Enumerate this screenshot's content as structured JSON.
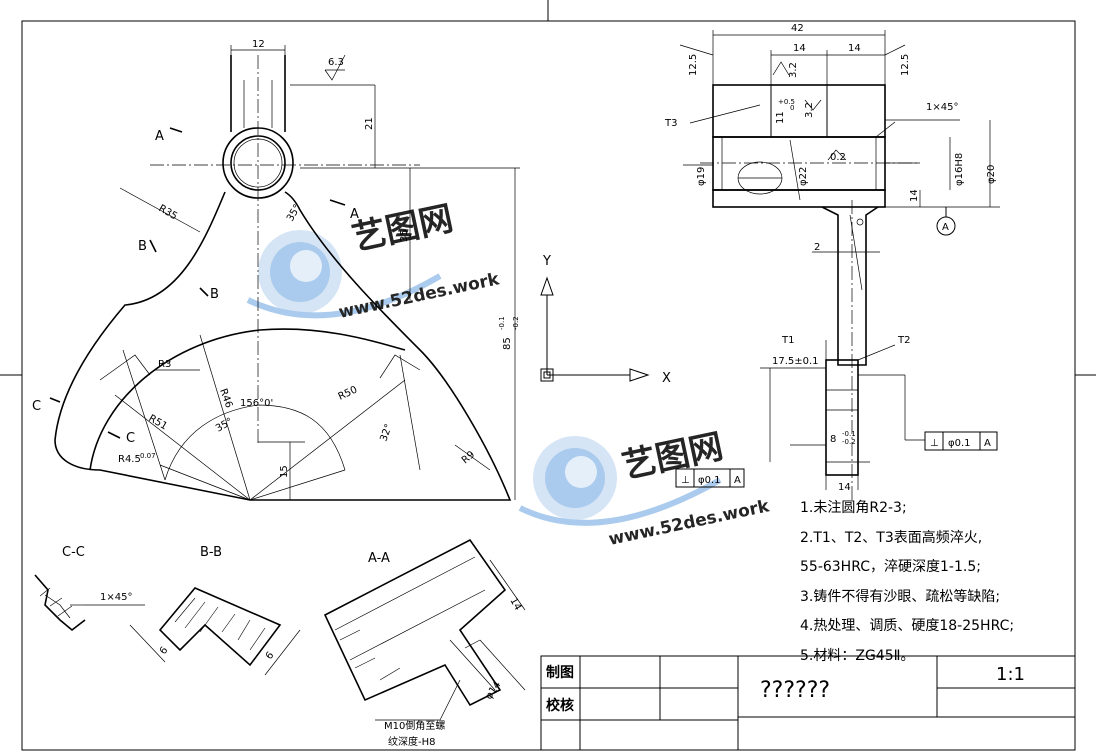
{
  "views": {
    "front": {
      "dims": [
        "12",
        "6.3",
        "21",
        "35",
        "85",
        "-0.1",
        "-0.2",
        "15"
      ],
      "radii": [
        "R35",
        "R3",
        "R46",
        "R50",
        "R51",
        "R4.5",
        "0.07",
        "R9"
      ],
      "angles": [
        "156°0'",
        "35°",
        "35°",
        "32°"
      ],
      "section_marks": [
        "A",
        "A",
        "B",
        "B",
        "C",
        "C"
      ],
      "tolerance": {
        "symbol": "⊥",
        "value": "φ0.1",
        "datum": "A"
      }
    },
    "side": {
      "dims": [
        "42",
        "14",
        "14",
        "12.5",
        "12.5",
        "3.2",
        "3.2",
        "11",
        "+0.5",
        "0",
        "1×45°",
        "0.2",
        "φ19",
        "φ22",
        "φ16H8",
        "φ20",
        "14",
        "2",
        "17.5±0.1",
        "8",
        "-0.1",
        "-0.2",
        "14"
      ],
      "labels": [
        "T1",
        "T2",
        "T3"
      ],
      "datum": "A",
      "tolerance": {
        "symbol": "⊥",
        "value": "φ0.1",
        "datum": "A"
      }
    },
    "axes": {
      "x": "X",
      "y": "Y"
    },
    "section_cc": {
      "title": "C-C",
      "dim": "1×45°"
    },
    "section_bb": {
      "title": "B-B",
      "dims": [
        "6",
        "6"
      ]
    },
    "section_aa": {
      "title": "A-A",
      "dims": [
        "14",
        "φ14"
      ],
      "note_line1": "M10倒角至螺",
      "note_line2": "纹深度-H8"
    }
  },
  "notes": [
    "1.未注圆角R2-3;",
    "2.T1、T2、T3表面高频淬火,",
    "55-63HRC，淬硬深度1-1.5;",
    "3.铸件不得有沙眼、疏松等缺陷;",
    "4.热处理、调质、硬度18-25HRC;",
    "5.材料：ZG45Ⅱ。"
  ],
  "title_block": {
    "drawn_label": "制图",
    "check_label": "校核",
    "part_name": "??????",
    "scale": "1:1"
  },
  "watermark": {
    "logo_text": "艺图网",
    "url_text": "www.52des.work",
    "color": "#3a78c8"
  }
}
